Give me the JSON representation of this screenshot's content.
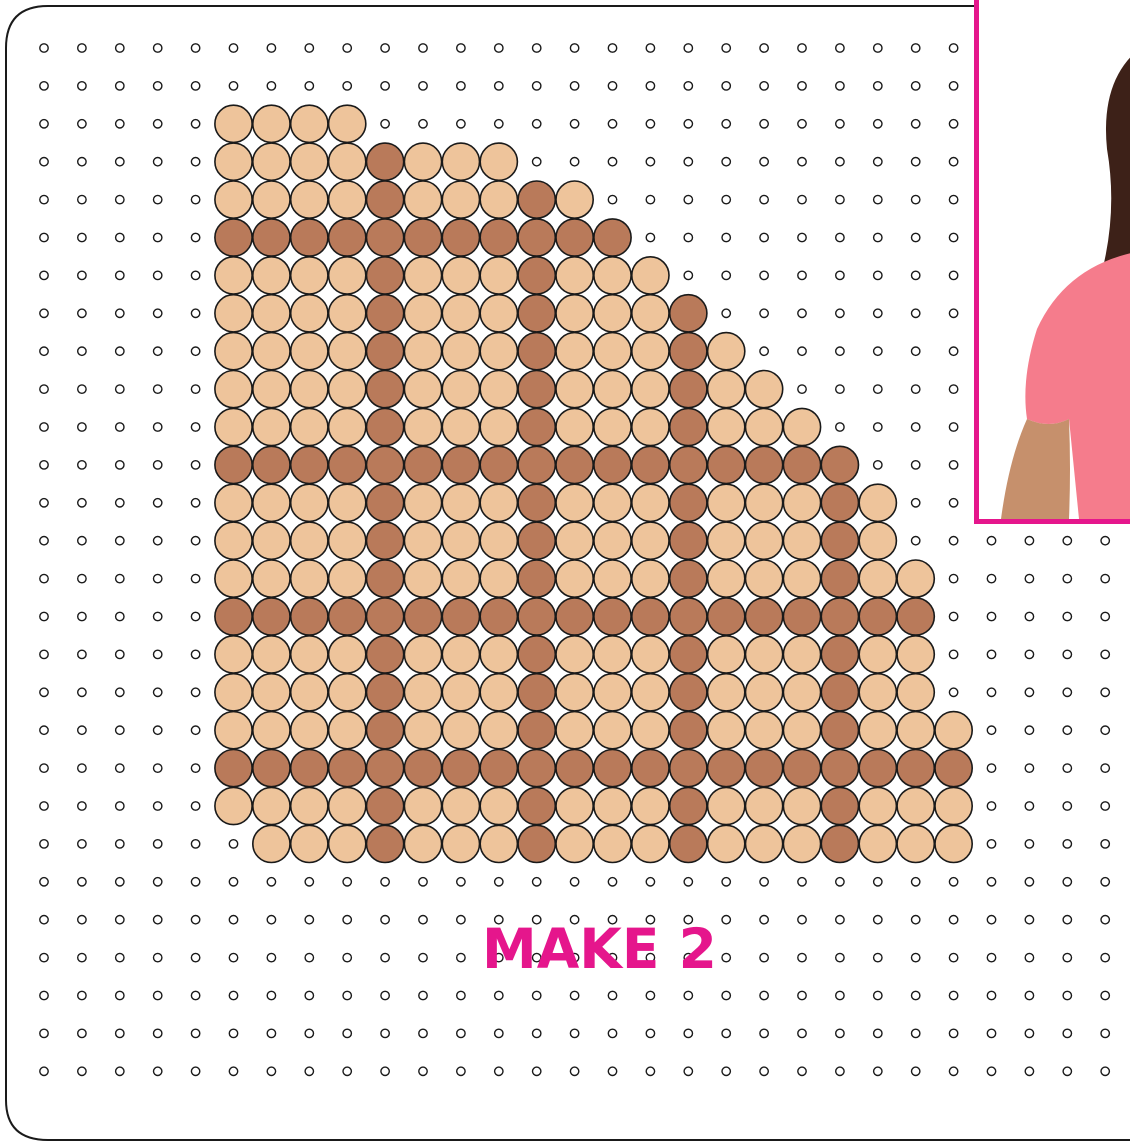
{
  "label": {
    "text": "MAKE 2",
    "color": "#e5168c"
  },
  "colors": {
    "light": "#eec49b",
    "dark": "#b97a5a",
    "outline": "#1a1a1a",
    "frame": "#e5168c",
    "shirt": "#f57c8c",
    "skin": "#c6906c",
    "hair": "#3d2118"
  },
  "pattern": {
    "grid": {
      "columns": 29,
      "rows": 28
    },
    "dark_row_indices": [
      3,
      9,
      13,
      17
    ],
    "dark_columns": [
      4,
      8,
      12,
      16
    ],
    "rows": [
      {
        "row": 2,
        "start": 5,
        "end": 8
      },
      {
        "row": 3,
        "start": 5,
        "end": 12
      },
      {
        "row": 4,
        "start": 5,
        "end": 14
      },
      {
        "row": 5,
        "start": 5,
        "end": 15
      },
      {
        "row": 6,
        "start": 5,
        "end": 16
      },
      {
        "row": 7,
        "start": 5,
        "end": 17
      },
      {
        "row": 8,
        "start": 5,
        "end": 18
      },
      {
        "row": 9,
        "start": 5,
        "end": 19
      },
      {
        "row": 10,
        "start": 5,
        "end": 20
      },
      {
        "row": 11,
        "start": 5,
        "end": 21
      },
      {
        "row": 12,
        "start": 5,
        "end": 22
      },
      {
        "row": 13,
        "start": 5,
        "end": 22
      },
      {
        "row": 14,
        "start": 5,
        "end": 23
      },
      {
        "row": 15,
        "start": 5,
        "end": 23
      },
      {
        "row": 16,
        "start": 5,
        "end": 23
      },
      {
        "row": 17,
        "start": 5,
        "end": 23
      },
      {
        "row": 18,
        "start": 5,
        "end": 24
      },
      {
        "row": 19,
        "start": 5,
        "end": 24
      },
      {
        "row": 20,
        "start": 5,
        "end": 24
      },
      {
        "row": 21,
        "start": 6,
        "end": 24
      }
    ]
  }
}
